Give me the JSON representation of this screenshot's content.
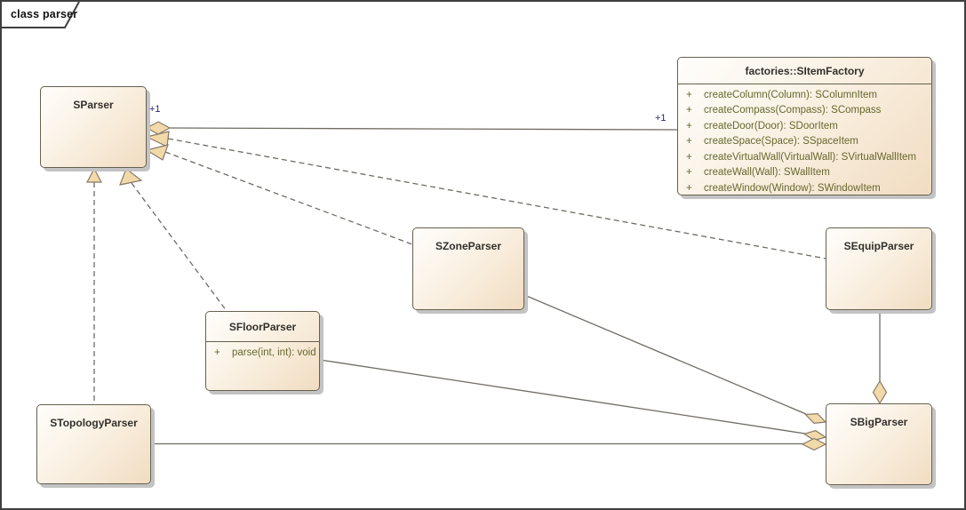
{
  "frame": {
    "label": "class parser"
  },
  "classes": {
    "sparser": {
      "name": "SParser"
    },
    "factory": {
      "name": "factories::SItemFactory",
      "methods": [
        {
          "vis": "+",
          "sig": "createColumn(Column): SColumnItem"
        },
        {
          "vis": "+",
          "sig": "createCompass(Compass): SCompass"
        },
        {
          "vis": "+",
          "sig": "createDoor(Door): SDoorItem"
        },
        {
          "vis": "+",
          "sig": "createSpace(Space): SSpaceItem"
        },
        {
          "vis": "+",
          "sig": "createVirtualWall(VirtualWall): SVirtualWallItem"
        },
        {
          "vis": "+",
          "sig": "createWall(Wall): SWallItem"
        },
        {
          "vis": "+",
          "sig": "createWindow(Window): SWindowItem"
        }
      ]
    },
    "szone": {
      "name": "SZoneParser"
    },
    "sequip": {
      "name": "SEquipParser"
    },
    "sfloor": {
      "name": "SFloorParser",
      "methods": [
        {
          "vis": "+",
          "sig": "parse(int, int): void"
        }
      ]
    },
    "stopology": {
      "name": "STopologyParser"
    },
    "sbig": {
      "name": "SBigParser"
    }
  },
  "connectors": [
    {
      "id": "aggregation-sparser-sitemfactory",
      "type": "aggregation",
      "diamond_end": "SParser",
      "other_end": "factories::SItemFactory",
      "source_label": "+1",
      "target_label": "+1"
    },
    {
      "id": "realization-sequipparser-sparser",
      "type": "realization",
      "arrow_end": "SParser",
      "other_end": "SEquipParser"
    },
    {
      "id": "realization-szoneparser-sparser",
      "type": "realization",
      "arrow_end": "SParser",
      "other_end": "SZoneParser"
    },
    {
      "id": "realization-stopologyparser-sparser",
      "type": "realization",
      "arrow_end": "SParser",
      "other_end": "STopologyParser"
    },
    {
      "id": "realization-sfloorparser-sparser",
      "type": "realization",
      "arrow_end": "SParser",
      "other_end": "SFloorParser"
    },
    {
      "id": "aggregation-sbigparser-szoneparser",
      "type": "aggregation",
      "diamond_end": "SBigParser",
      "other_end": "SZoneParser"
    },
    {
      "id": "aggregation-sbigparser-sfloorparser",
      "type": "aggregation",
      "diamond_end": "SBigParser",
      "other_end": "SFloorParser"
    },
    {
      "id": "aggregation-sbigparser-stopologyparser",
      "type": "aggregation",
      "diamond_end": "SBigParser",
      "other_end": "STopologyParser"
    },
    {
      "id": "aggregation-sbigparser-sequipparser",
      "type": "aggregation",
      "diamond_end": "SBigParser",
      "other_end": "SEquipParser"
    }
  ],
  "colors": {
    "box_fill_light": "#fffefc",
    "box_fill_dark": "#f1dcc1",
    "box_border": "#66604f",
    "shadow": "#c3c3c3",
    "line": "#6f6b64",
    "arrowhead_fill": "#f2d9a9",
    "method_text": "#67672e",
    "title_text": "#33302b",
    "multiplicity_text": "#26266e",
    "frame_border": "#3f3f3f"
  }
}
